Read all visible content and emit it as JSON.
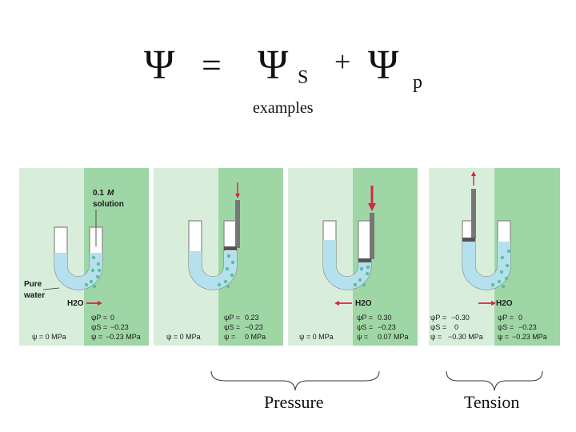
{
  "equation": {
    "psi": "Ψ",
    "equals": "=",
    "sub_s": "S",
    "plus": "+",
    "sub_p": "p"
  },
  "examples_label": "examples",
  "panels": [
    {
      "top_label": "0.1",
      "top_label_unit": "M",
      "top_label2": "solution",
      "left_label1": "Pure",
      "left_label2": "water",
      "flow": "H2O",
      "left_psi": "ψ = 0 MPa",
      "rows": [
        [
          "ψP =",
          "0"
        ],
        [
          "ψS =",
          "−0.23"
        ],
        [
          "ψ =",
          "−0.23 MPa"
        ]
      ]
    },
    {
      "left_psi": "ψ = 0 MPa",
      "rows": [
        [
          "ψP =",
          "0.23"
        ],
        [
          "ψS =",
          "−0.23"
        ],
        [
          "ψ =",
          "0 MPa"
        ]
      ]
    },
    {
      "flow": "H2O",
      "left_psi": "ψ = 0 MPa",
      "rows": [
        [
          "ψP =",
          "0.30"
        ],
        [
          "ψS =",
          "−0.23"
        ],
        [
          "ψ =",
          "0.07 MPa"
        ]
      ]
    },
    {
      "flow": "H2O",
      "left_rows": [
        [
          "ψP =",
          "−0.30"
        ],
        [
          "ψS =",
          "0"
        ],
        [
          "ψ =",
          "−0.30 MPa"
        ]
      ],
      "rows": [
        [
          "ψP =",
          "0"
        ],
        [
          "ψS =",
          "−0.23"
        ],
        [
          "ψ =",
          "−0.23 MPa"
        ]
      ]
    }
  ],
  "captions": {
    "pressure": "Pressure",
    "tension": "Tension"
  },
  "colors": {
    "light_bg": "#d8eedb",
    "dark_bg": "#9fd6a6",
    "water": "#b5e0ee",
    "arrow": "#d9234b"
  }
}
